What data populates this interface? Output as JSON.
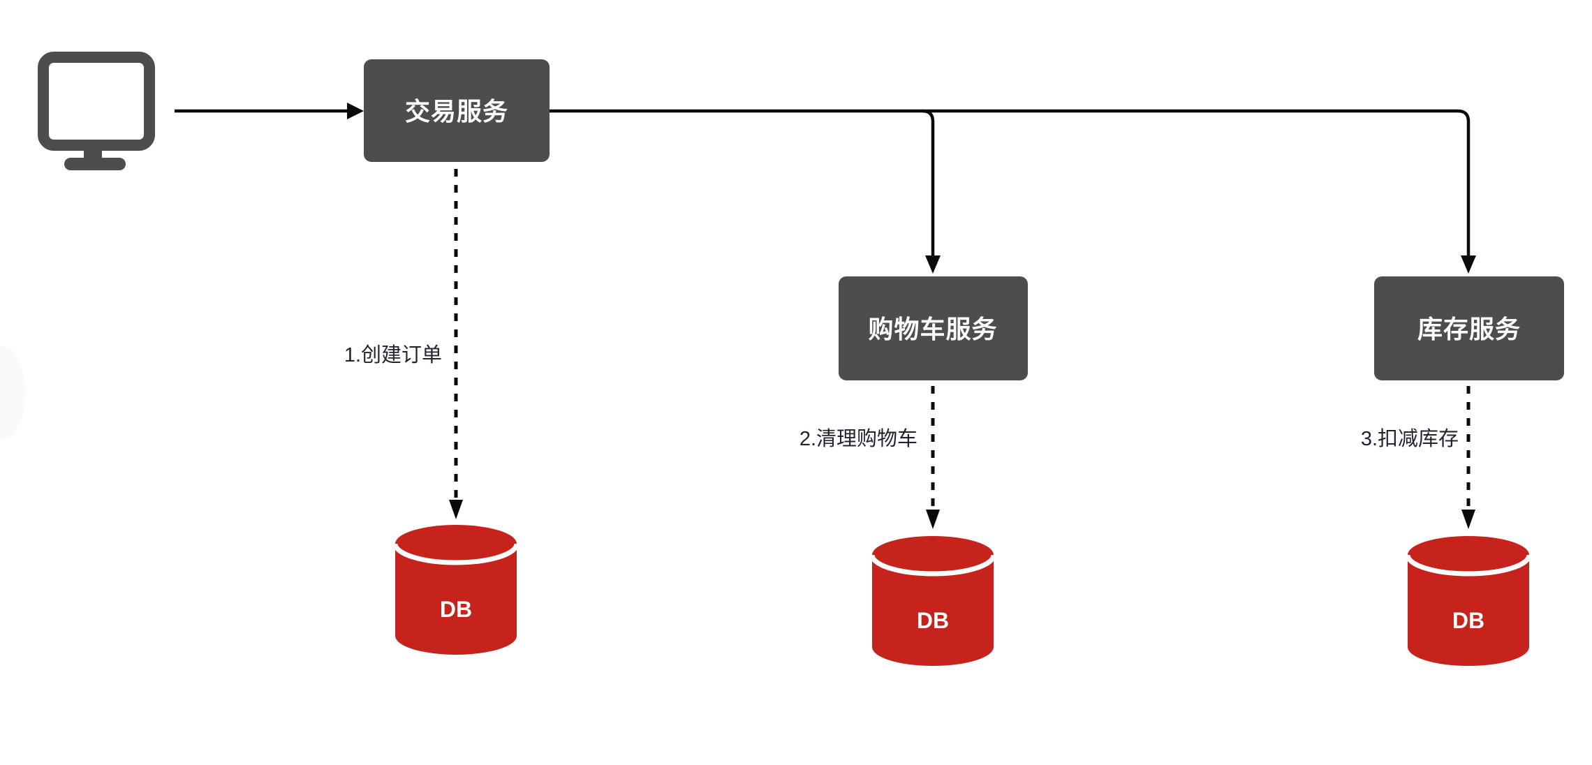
{
  "diagram": {
    "services": [
      {
        "id": "trade-service",
        "label": "交易服务"
      },
      {
        "id": "cart-service",
        "label": "购物车服务"
      },
      {
        "id": "inventory-service",
        "label": "库存服务"
      }
    ],
    "databases": [
      {
        "id": "trade-db",
        "label": "DB"
      },
      {
        "id": "cart-db",
        "label": "DB"
      },
      {
        "id": "inventory-db",
        "label": "DB"
      }
    ],
    "flow_labels": [
      {
        "label": "1.创建订单"
      },
      {
        "label": "2.清理购物车"
      },
      {
        "label": "3.扣减库存"
      }
    ],
    "edges": [
      {
        "from": "client",
        "to": "trade-service",
        "style": "solid"
      },
      {
        "from": "trade-service",
        "to": "cart-service",
        "style": "solid"
      },
      {
        "from": "trade-service",
        "to": "inventory-service",
        "style": "solid"
      },
      {
        "from": "trade-service",
        "to": "trade-db",
        "style": "dashed",
        "label": "1.创建订单"
      },
      {
        "from": "cart-service",
        "to": "cart-db",
        "style": "dashed",
        "label": "2.清理购物车"
      },
      {
        "from": "inventory-service",
        "to": "inventory-db",
        "style": "dashed",
        "label": "3.扣减库存"
      }
    ],
    "colors": {
      "service_fill": "#4D4D4D",
      "service_text": "#FFFFFF",
      "database_fill": "#C7231D",
      "database_text": "#FFFFFF",
      "connector": "#0A0A0A",
      "flow_label_text": "#1F2430",
      "client_icon": "#4D4D4D",
      "canvas_bg": "#FFFFFF"
    }
  }
}
